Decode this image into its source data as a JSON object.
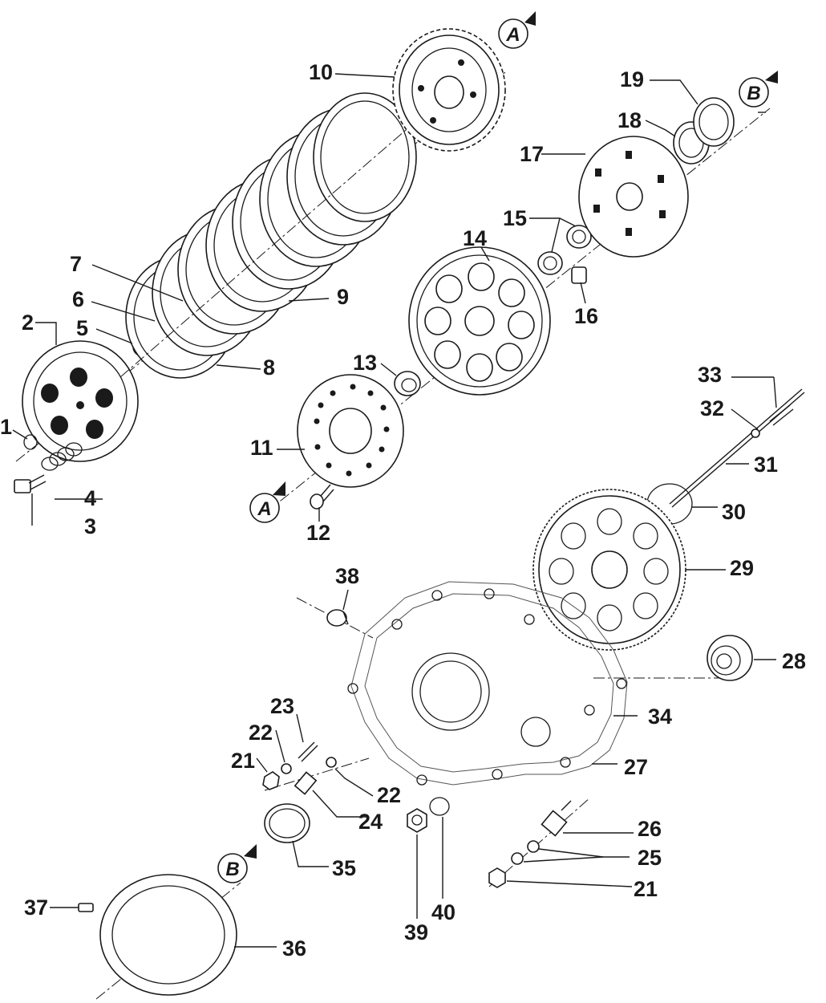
{
  "diagram": {
    "part_numbers": [
      "1",
      "2",
      "3",
      "4",
      "5",
      "6",
      "7",
      "8",
      "9",
      "10",
      "11",
      "12",
      "13",
      "14",
      "15",
      "16",
      "17",
      "18",
      "19",
      "21",
      "22",
      "23",
      "24",
      "25",
      "26",
      "27",
      "28",
      "29",
      "30",
      "31",
      "32",
      "33",
      "34",
      "35",
      "36",
      "37",
      "38",
      "39",
      "40"
    ],
    "second_labels": [
      "21",
      "22",
      "25"
    ],
    "reference_markers": [
      "A",
      "A",
      "B",
      "B"
    ]
  }
}
